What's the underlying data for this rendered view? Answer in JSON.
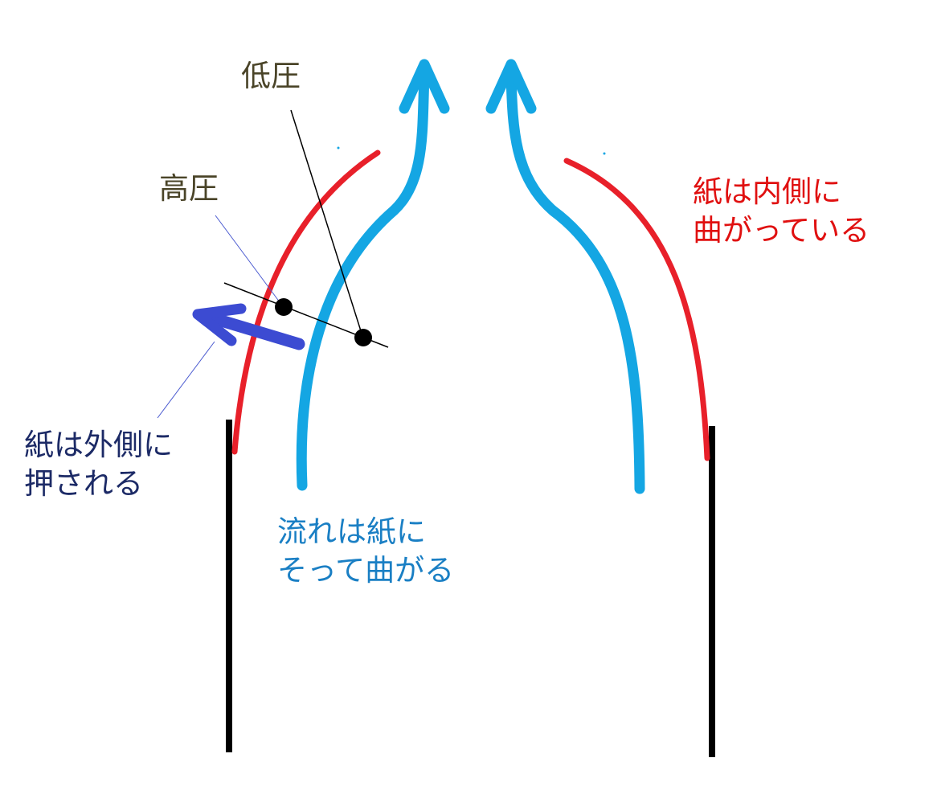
{
  "labels": {
    "low_pressure": "低圧",
    "high_pressure": "高圧",
    "paper_curves_inward": [
      "紙は内側に",
      "曲がっている"
    ],
    "paper_pushed_outward": [
      "紙は外側に",
      "押される"
    ],
    "flow_follows_paper": [
      "流れは紙に",
      "そって曲がる"
    ]
  },
  "colors": {
    "paper": "#e8202a",
    "flow": "#14a6e3",
    "force": "#3c4bd2",
    "wall": "#000000",
    "guide_line": "#000000",
    "leader_line": "#4a5ad0",
    "low_high_text": "#4a4428",
    "inward_text": "#e01010",
    "outward_text": "#1c2a66",
    "flow_text": "#1a7fc4"
  }
}
